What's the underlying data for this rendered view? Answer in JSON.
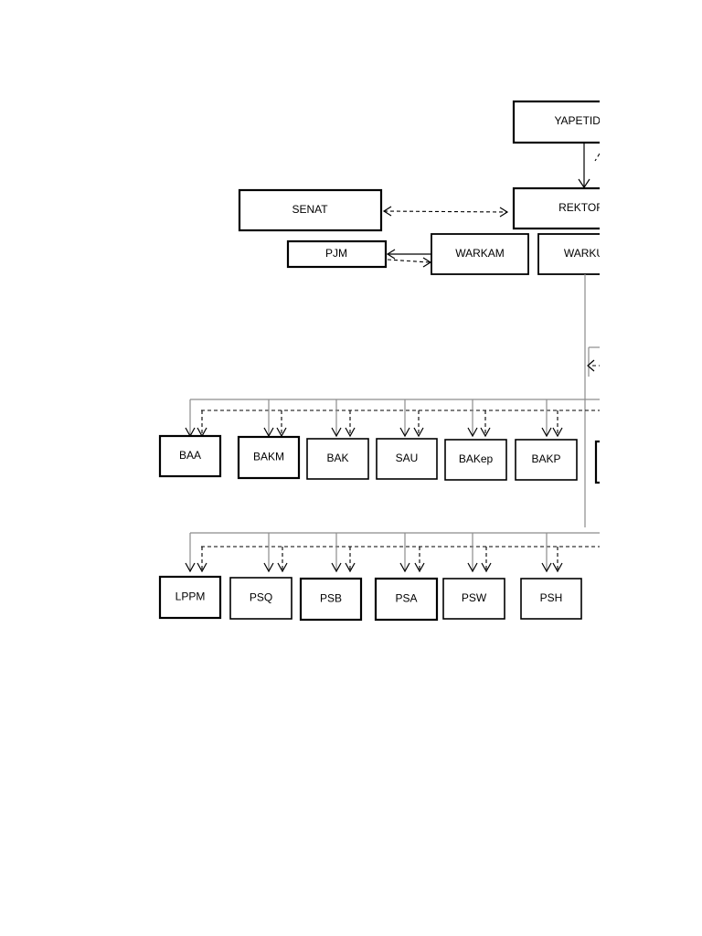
{
  "top": {
    "yapetidu": "YAPETIDU",
    "rektor": "REKTOR",
    "senat": "SENAT",
    "pjm": "PJM",
    "warkam": "WARKAM",
    "warku": "WARKU"
  },
  "bureaus": [
    "BAA",
    "BAKM",
    "BAK",
    "SAU",
    "BAKep",
    "BAKP"
  ],
  "units": [
    "LPPM",
    "PSQ",
    "PSB",
    "PSA",
    "PSW",
    "PSH"
  ]
}
